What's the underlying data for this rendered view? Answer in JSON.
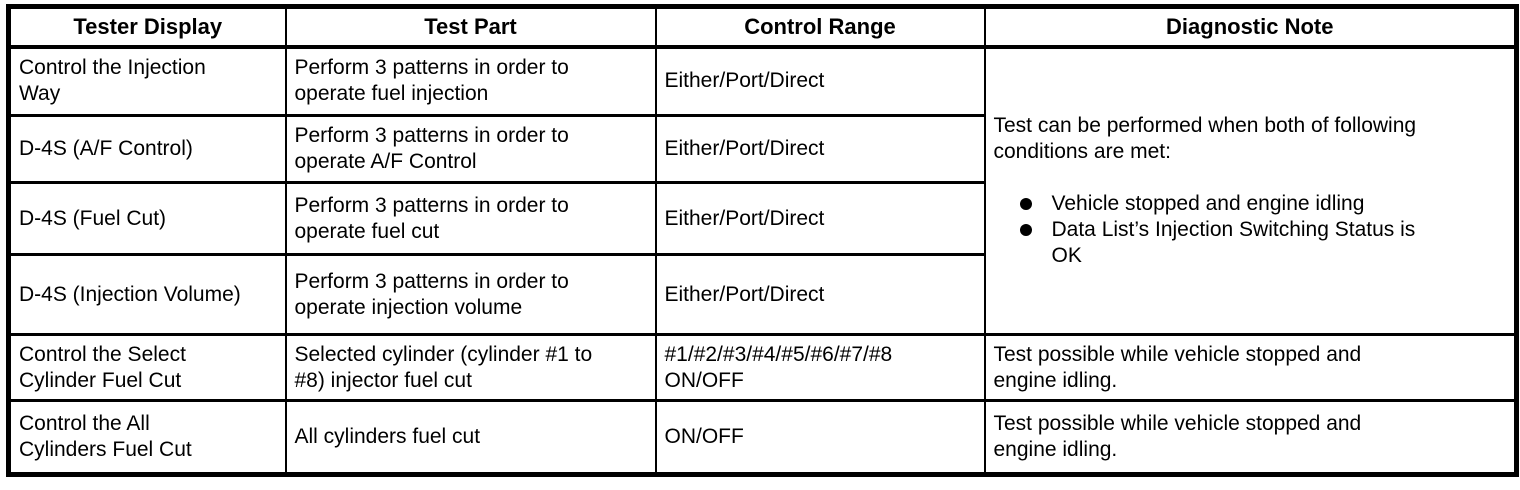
{
  "table": {
    "headers": [
      "Tester Display",
      "Test Part",
      "Control Range",
      "Diagnostic Note"
    ],
    "rows": [
      {
        "tester_display": "Control the Injection\nWay",
        "test_part": "Perform 3 patterns in order to\noperate fuel injection",
        "control_range": "Either/Port/Direct"
      },
      {
        "tester_display": "D-4S (A/F Control)",
        "test_part": "Perform 3 patterns in order to\noperate A/F Control",
        "control_range": "Either/Port/Direct"
      },
      {
        "tester_display": "D-4S (Fuel Cut)",
        "test_part": "Perform 3 patterns in order to\noperate fuel cut",
        "control_range": "Either/Port/Direct"
      },
      {
        "tester_display": "D-4S (Injection Volume)",
        "test_part": "Perform 3 patterns in order to\noperate injection volume",
        "control_range": "Either/Port/Direct"
      },
      {
        "tester_display": "Control the Select\nCylinder Fuel Cut",
        "test_part": "Selected cylinder (cylinder #1 to\n#8) injector fuel cut",
        "control_range": "#1/#2/#3/#4/#5/#6/#7/#8\nON/OFF",
        "diagnostic_note": "Test possible while vehicle stopped and\nengine idling."
      },
      {
        "tester_display": "Control the All\nCylinders Fuel Cut",
        "test_part": "All cylinders fuel cut",
        "control_range": "ON/OFF",
        "diagnostic_note": "Test possible while vehicle stopped and\nengine idling."
      }
    ],
    "merged_diagnostic_note": {
      "intro": "Test can be performed when both of following\nconditions are met:",
      "bullets": [
        "Vehicle stopped and engine idling",
        "Data List’s Injection Switching Status is\nOK"
      ]
    }
  },
  "colors": {
    "border": "#000000",
    "text": "#000000",
    "background": "#ffffff"
  }
}
